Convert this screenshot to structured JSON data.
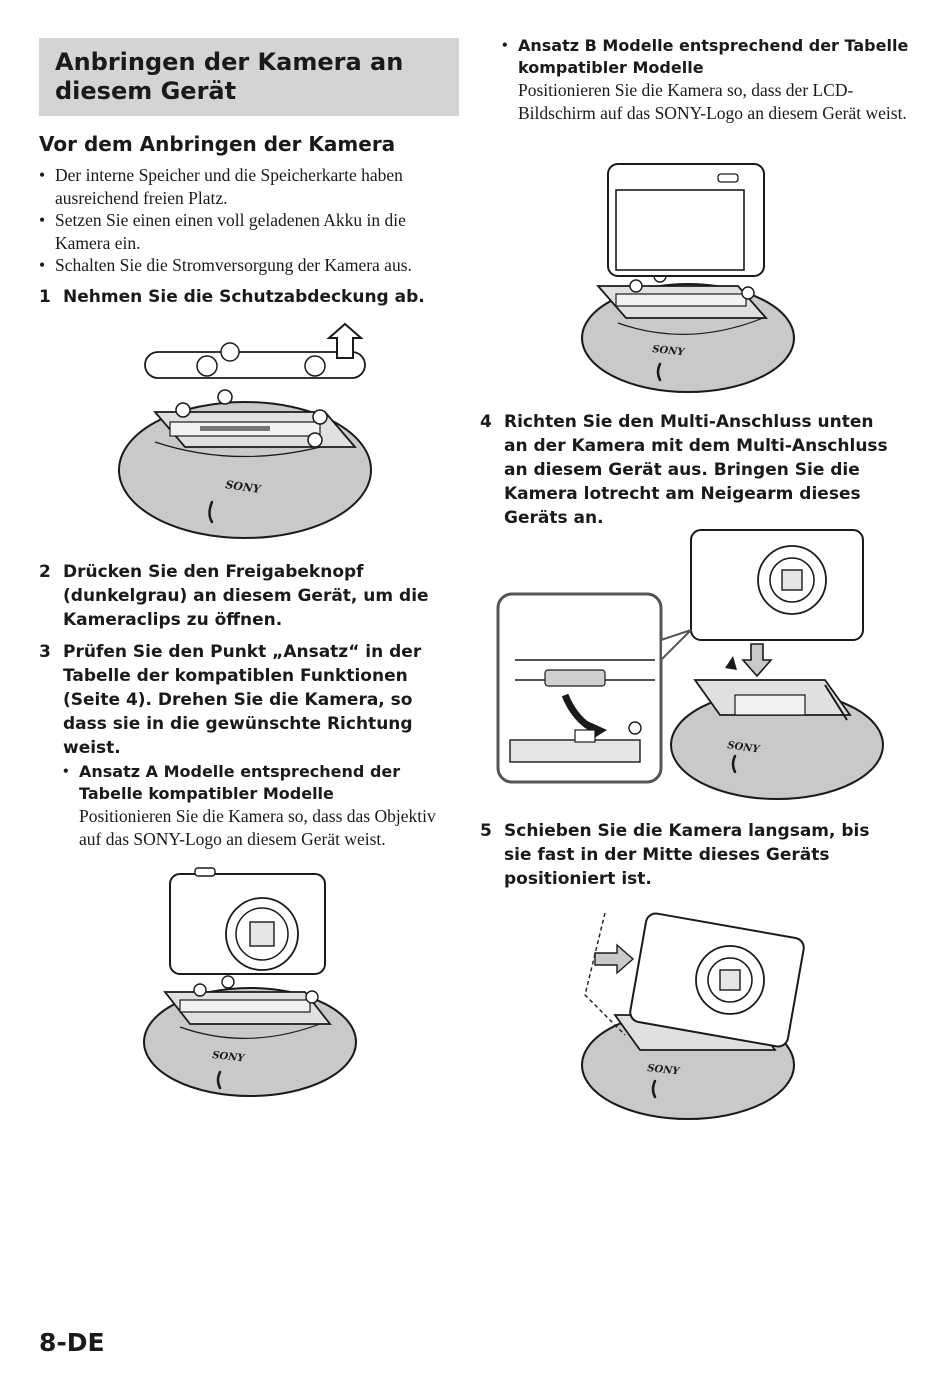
{
  "section_title": "Anbringen der Kamera an diesem Gerät",
  "subsection_title": "Vor dem Anbringen der Kamera",
  "prep_bullets": [
    "Der interne Speicher und die Speicherkarte haben ausreichend freien Platz.",
    "Setzen Sie einen einen voll geladenen Akku in die Kamera ein.",
    "Schalten Sie die Stromversorgung der Kamera aus."
  ],
  "steps": [
    {
      "num": "1",
      "text": "Nehmen Sie die Schutzabdeckung ab."
    },
    {
      "num": "2",
      "text": "Drücken Sie den Freigabeknopf (dunkelgrau) an diesem Gerät, um die Kameraclips zu öffnen."
    },
    {
      "num": "3",
      "text": "Prüfen Sie den Punkt „Ansatz“ in der Tabelle der kompatiblen Funktionen (Seite 4). Drehen Sie die Kamera, so dass sie in die gewünschte Richtung weist."
    },
    {
      "num": "4",
      "text": "Richten Sie den Multi-Anschluss unten an der Kamera mit dem Multi-Anschluss an diesem Gerät aus. Bringen Sie die Kamera lotrecht am Neigearm dieses Geräts an."
    },
    {
      "num": "5",
      "text": "Schieben Sie die Kamera langsam, bis sie fast in der Mitte dieses Geräts positioniert ist."
    }
  ],
  "ansatz_a": {
    "title": "Ansatz A Modelle entsprechend der Tabelle kompatibler Modelle",
    "body": "Positionieren Sie die Kamera so, dass das Objektiv auf das SONY-Logo an diesem Gerät weist."
  },
  "ansatz_b": {
    "title": "Ansatz B Modelle entsprechend der Tabelle kompatibler Modelle",
    "body": "Positionieren Sie die Kamera so, dass der LCD-Bildschirm auf das SONY-Logo an diesem Gerät weist."
  },
  "brand_logo": "SONY",
  "page_number": "8-DE",
  "colors": {
    "header_box": "#d4d4d4",
    "base_fill": "#c9c9c9",
    "line": "#1a1a1a"
  }
}
